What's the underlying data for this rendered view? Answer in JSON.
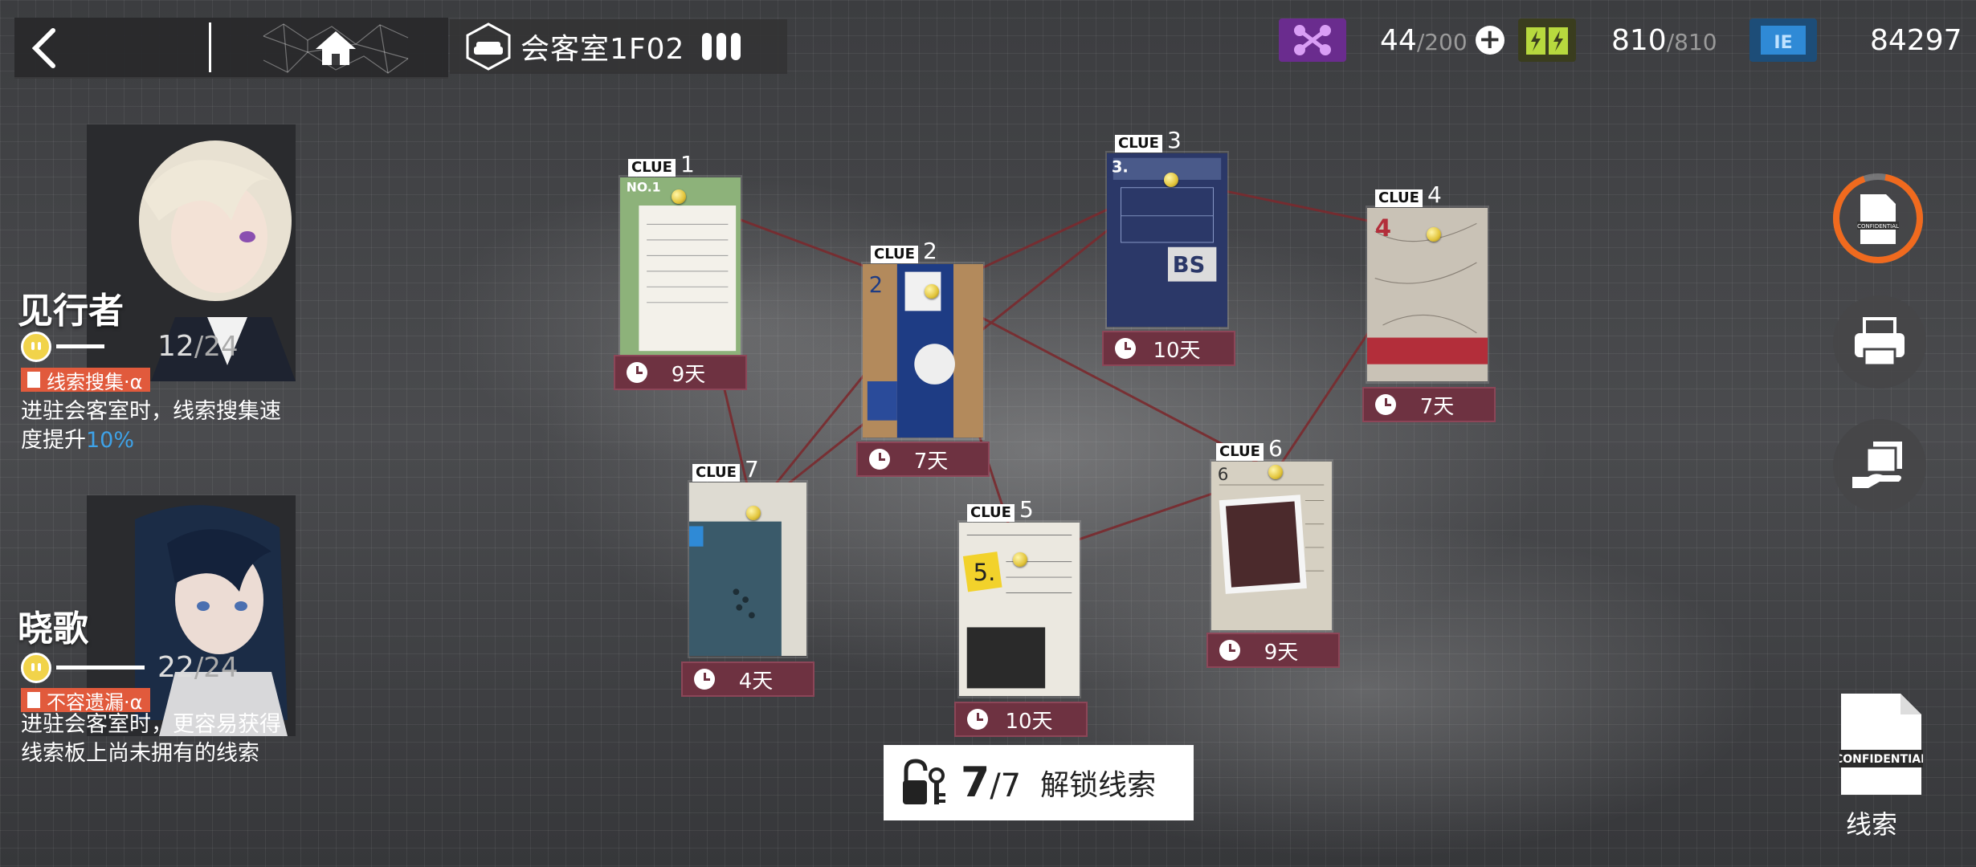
{
  "topbar": {
    "room_name": "会客室1F02"
  },
  "resources": {
    "drone": {
      "current": "44",
      "max": "/200",
      "color": "#7b2fa5"
    },
    "sanity": {
      "current": "810",
      "max": "/810",
      "color": "#b7d93e"
    },
    "lmd": {
      "value": "84297",
      "color": "#2f8ad6"
    }
  },
  "operators": [
    {
      "name": "见行者",
      "mood_current": "12",
      "mood_max": "/24",
      "mood_fraction": 0.5,
      "skill_name": "线索搜集·α",
      "skill_desc_pre": "进驻会客室时，线索搜集速度提升",
      "skill_desc_hl": "10%"
    },
    {
      "name": "晓歌",
      "mood_current": "22",
      "mood_max": "/24",
      "mood_fraction": 0.92,
      "skill_name": "不容遗漏·α",
      "skill_desc_pre": "进驻会客室时，更容易获得线索板上尚未拥有的线索",
      "skill_desc_hl": ""
    }
  ],
  "clue_word": "CLUE",
  "clues": [
    {
      "num": "1",
      "timer": "9天",
      "color": "#7fa36b"
    },
    {
      "num": "2",
      "timer": "7天",
      "color": "#b48a5a"
    },
    {
      "num": "3",
      "timer": "10天",
      "color": "#2c3a6b"
    },
    {
      "num": "4",
      "timer": "7天",
      "color": "#c9c2b8"
    },
    {
      "num": "5",
      "timer": "10天",
      "color": "#e8e6df"
    },
    {
      "num": "6",
      "timer": "9天",
      "color": "#d8d2c4"
    },
    {
      "num": "7",
      "timer": "4天",
      "color": "#3d6070"
    }
  ],
  "unlock": {
    "count": "7",
    "max": "/7",
    "label": "解锁线索"
  },
  "right_panel": {
    "confidential_text": "CONFIDENTIAL",
    "clue_label": "线索"
  }
}
